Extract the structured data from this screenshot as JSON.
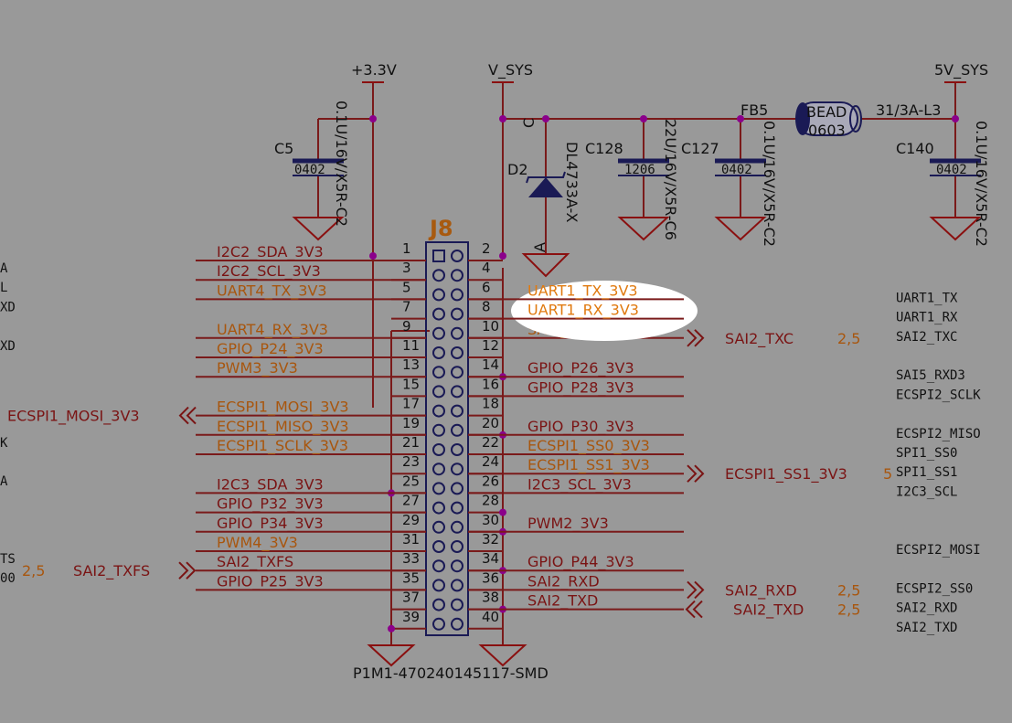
{
  "colors": {
    "wire": "#7a1a1a",
    "net": "#7a1414",
    "orange": "#a8560e",
    "dot": "#8b008b",
    "body": "#1a1a55",
    "highlight": "#ffffff",
    "hl_text": "#e07a10",
    "background": "#999999"
  },
  "connector": {
    "ref": "J8",
    "part": "P1M1-470240145117-SMD",
    "left_pins": [
      "1",
      "3",
      "5",
      "7",
      "9",
      "11",
      "13",
      "15",
      "17",
      "19",
      "21",
      "23",
      "25",
      "27",
      "29",
      "31",
      "33",
      "35",
      "37",
      "39"
    ],
    "right_pins": [
      "2",
      "4",
      "6",
      "8",
      "10",
      "12",
      "14",
      "16",
      "18",
      "20",
      "22",
      "24",
      "26",
      "28",
      "30",
      "32",
      "34",
      "36",
      "38",
      "40"
    ]
  },
  "rails": {
    "v33": "+3.3V",
    "vsys": "V_SYS",
    "v5": "5V_SYS"
  },
  "components": [
    {
      "ref": "C5",
      "value": "0.1U/16V/X5R-C2",
      "pkg": "0402"
    },
    {
      "ref": "D2",
      "value": "DL4733A-X",
      "anode": "A",
      "cathode": "C"
    },
    {
      "ref": "C128",
      "value": "22U/16V/X5R-C6",
      "pkg": "1206"
    },
    {
      "ref": "C127",
      "value": "0.1U/16V/X5R-C2",
      "pkg": "0402"
    },
    {
      "ref": "FB5",
      "value": "31/3A-L3",
      "type": "BEAD",
      "pkg": "0603"
    },
    {
      "ref": "C140",
      "value": "0.1U/16V/X5R-C2",
      "pkg": "0402"
    }
  ],
  "left_nets": [
    {
      "row": 1,
      "text": "I2C2_SDA_3V3",
      "color": "net"
    },
    {
      "row": 2,
      "text": "I2C2_SCL_3V3",
      "color": "net"
    },
    {
      "row": 3,
      "text": "UART4_TX_3V3",
      "color": "orange"
    },
    {
      "row": 5,
      "text": "UART4_RX_3V3",
      "color": "orange"
    },
    {
      "row": 6,
      "text": "GPIO_P24_3V3",
      "color": "orange"
    },
    {
      "row": 7,
      "text": "PWM3_3V3",
      "color": "orange"
    },
    {
      "row": 9,
      "text": "ECSPI1_MOSI_3V3",
      "color": "orange"
    },
    {
      "row": 10,
      "text": "ECSPI1_MISO_3V3",
      "color": "orange"
    },
    {
      "row": 11,
      "text": "ECSPI1_SCLK_3V3",
      "color": "orange"
    },
    {
      "row": 13,
      "text": "I2C3_SDA_3V3",
      "color": "net"
    },
    {
      "row": 14,
      "text": "GPIO_P32_3V3",
      "color": "net"
    },
    {
      "row": 15,
      "text": "GPIO_P34_3V3",
      "color": "net"
    },
    {
      "row": 16,
      "text": "PWM4_3V3",
      "color": "orange"
    },
    {
      "row": 17,
      "text": "SAI2_TXFS",
      "color": "net"
    },
    {
      "row": 18,
      "text": "GPIO_P25_3V3",
      "color": "net"
    }
  ],
  "right_nets": [
    {
      "row": 3,
      "text": "UART1_TX_3V3",
      "color": "hl"
    },
    {
      "row": 4,
      "text": "UART1_RX_3V3",
      "color": "hl"
    },
    {
      "row": 5,
      "text": "SAI2_TXC",
      "color": "orange"
    },
    {
      "row": 7,
      "text": "GPIO_P26_3V3",
      "color": "net"
    },
    {
      "row": 8,
      "text": "GPIO_P28_3V3",
      "color": "net"
    },
    {
      "row": 10,
      "text": "GPIO_P30_3V3",
      "color": "net"
    },
    {
      "row": 11,
      "text": "ECSPI1_SS0_3V3",
      "color": "orange"
    },
    {
      "row": 12,
      "text": "ECSPI1_SS1_3V3",
      "color": "orange"
    },
    {
      "row": 13,
      "text": "I2C3_SCL_3V3",
      "color": "net"
    },
    {
      "row": 15,
      "text": "PWM2_3V3",
      "color": "net"
    },
    {
      "row": 17,
      "text": "GPIO_P44_3V3",
      "color": "net"
    },
    {
      "row": 18,
      "text": "SAI2_RXD",
      "color": "net"
    },
    {
      "row": 19,
      "text": "SAI2_TXD",
      "color": "net"
    }
  ],
  "ports": [
    {
      "text": "ECSPI1_MOSI_3V3",
      "page": ""
    },
    {
      "text": "SAI2_TXFS",
      "page": "2,5"
    },
    {
      "text": "SAI2_TXC",
      "page": "2,5"
    },
    {
      "text": "ECSPI1_SS1_3V3",
      "page": "5"
    },
    {
      "text": "SAI2_RXD",
      "page": "2,5"
    },
    {
      "text": "SAI2_TXD",
      "page": "2,5"
    }
  ],
  "far_right_labels": [
    {
      "row": 3,
      "text": "UART1_TX"
    },
    {
      "row": 4,
      "text": "UART1_RX"
    },
    {
      "row": 5,
      "text": "SAI2_TXC"
    },
    {
      "row": 7,
      "text": "SAI5_RXD3"
    },
    {
      "row": 8,
      "text": "ECSPI2_SCLK"
    },
    {
      "row": 10,
      "text": "ECSPI2_MISO"
    },
    {
      "row": 11,
      "text": "SPI1_SS0"
    },
    {
      "row": 12,
      "text": "SPI1_SS1"
    },
    {
      "row": 13,
      "text": "I2C3_SCL"
    },
    {
      "row": 16,
      "text": "ECSPI2_MOSI"
    },
    {
      "row": 18,
      "text": "ECSPI2_SS0"
    },
    {
      "row": 19,
      "text": "SAI2_RXD"
    },
    {
      "row": 20,
      "text": "SAI2_TXD"
    }
  ],
  "edge_fragments": [
    {
      "row": 1,
      "text": "A"
    },
    {
      "row": 2,
      "text": "L"
    },
    {
      "row": 3,
      "text": "XD"
    },
    {
      "row": 5,
      "text": "XD"
    },
    {
      "row": 10,
      "text": "K"
    },
    {
      "row": 12,
      "text": "A"
    },
    {
      "row": 16,
      "text": "TS"
    },
    {
      "row": 17,
      "text": "00"
    }
  ]
}
